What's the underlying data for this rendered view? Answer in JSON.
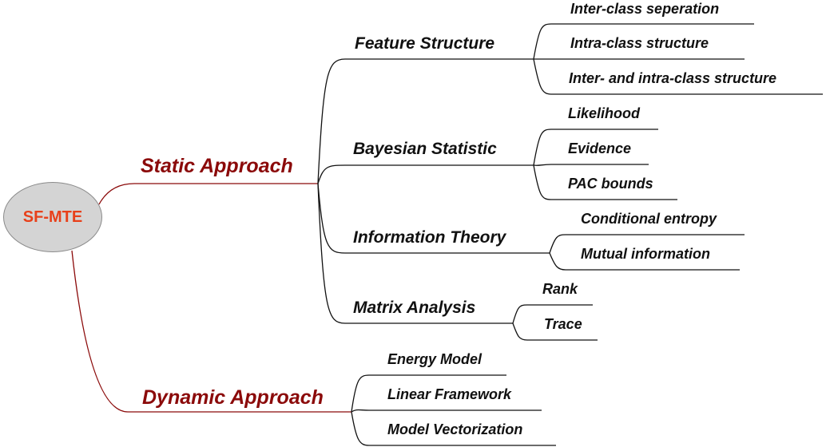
{
  "root": {
    "label": "SF-MTE",
    "fill": "#d4d4d4",
    "text_color": "#e8401a"
  },
  "colors": {
    "branch_main": "#8b0a0a",
    "branch_sub": "#111111"
  },
  "static": {
    "label": "Static Approach",
    "children": [
      {
        "label": "Feature Structure",
        "children": [
          "Inter-class seperation",
          "Intra-class structure",
          "Inter- and intra-class structure"
        ]
      },
      {
        "label": "Bayesian Statistic",
        "children": [
          "Likelihood",
          "Evidence",
          "PAC bounds"
        ]
      },
      {
        "label": "Information Theory",
        "children": [
          "Conditional entropy",
          "Mutual information"
        ]
      },
      {
        "label": "Matrix Analysis",
        "children": [
          "Rank",
          "Trace"
        ]
      }
    ]
  },
  "dynamic": {
    "label": "Dynamic Approach",
    "children": [
      "Energy Model",
      "Linear Framework",
      "Model Vectorization"
    ]
  }
}
